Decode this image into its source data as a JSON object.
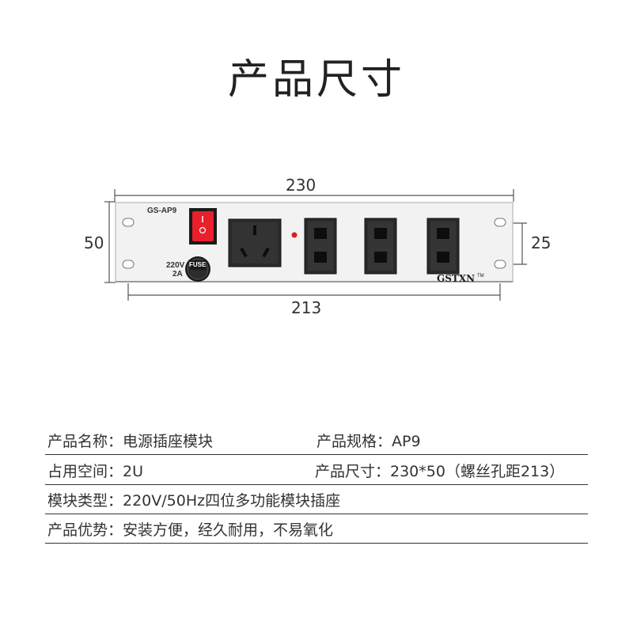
{
  "title": "产品尺寸",
  "dimensions": {
    "width": "230",
    "height": "50",
    "hole_spacing_horizontal": "213",
    "hole_spacing_vertical": "25"
  },
  "panel": {
    "model_label": "GS-AP9",
    "brand_label": "GSTXN",
    "trademark": "TM",
    "fuse_label": "FUSE",
    "fuse_rating_voltage": "220V",
    "fuse_rating_current": "2A",
    "switch_color": "#e8202a",
    "indicator_color": "#d42020",
    "panel_color": "#f2f2f2"
  },
  "specs": [
    {
      "left": "产品名称：电源插座模块",
      "right": "产品规格：AP9"
    },
    {
      "left": "占用空间：2U",
      "right": "产品尺寸：230*50（螺丝孔距213）"
    },
    {
      "left": "模块类型：220V/50Hz四位多功能模块插座",
      "right": ""
    },
    {
      "left": "产品优势：安装方便，经久耐用，不易氧化",
      "right": ""
    }
  ]
}
